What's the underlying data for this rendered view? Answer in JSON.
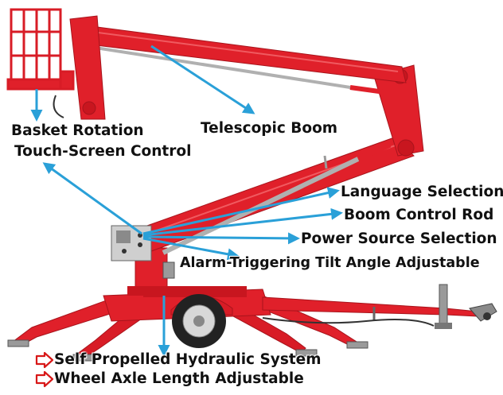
{
  "labels": {
    "basket_rotation": "Basket Rotation",
    "touch_screen": "Touch-Screen Control",
    "telescopic_boom": "Telescopic Boom",
    "language_selection": "Language Selection",
    "boom_control_rod": "Boom Control Rod",
    "power_source": "Power Source Selection",
    "tilt_angle": "Alarm-Triggering Tilt Angle Adjustable",
    "self_propelled": "Self Propelled Hydraulic System",
    "wheel_axle": "Wheel Axle Length Adjustable"
  },
  "colors": {
    "machine_red": "#e0202a",
    "machine_dark_red": "#a8141c",
    "callout_arrow": "#2aa0d8",
    "bullet_arrow": "#d81818",
    "label_text": "#111111"
  },
  "icons": {
    "bullet": "right-arrow-outline-icon"
  }
}
